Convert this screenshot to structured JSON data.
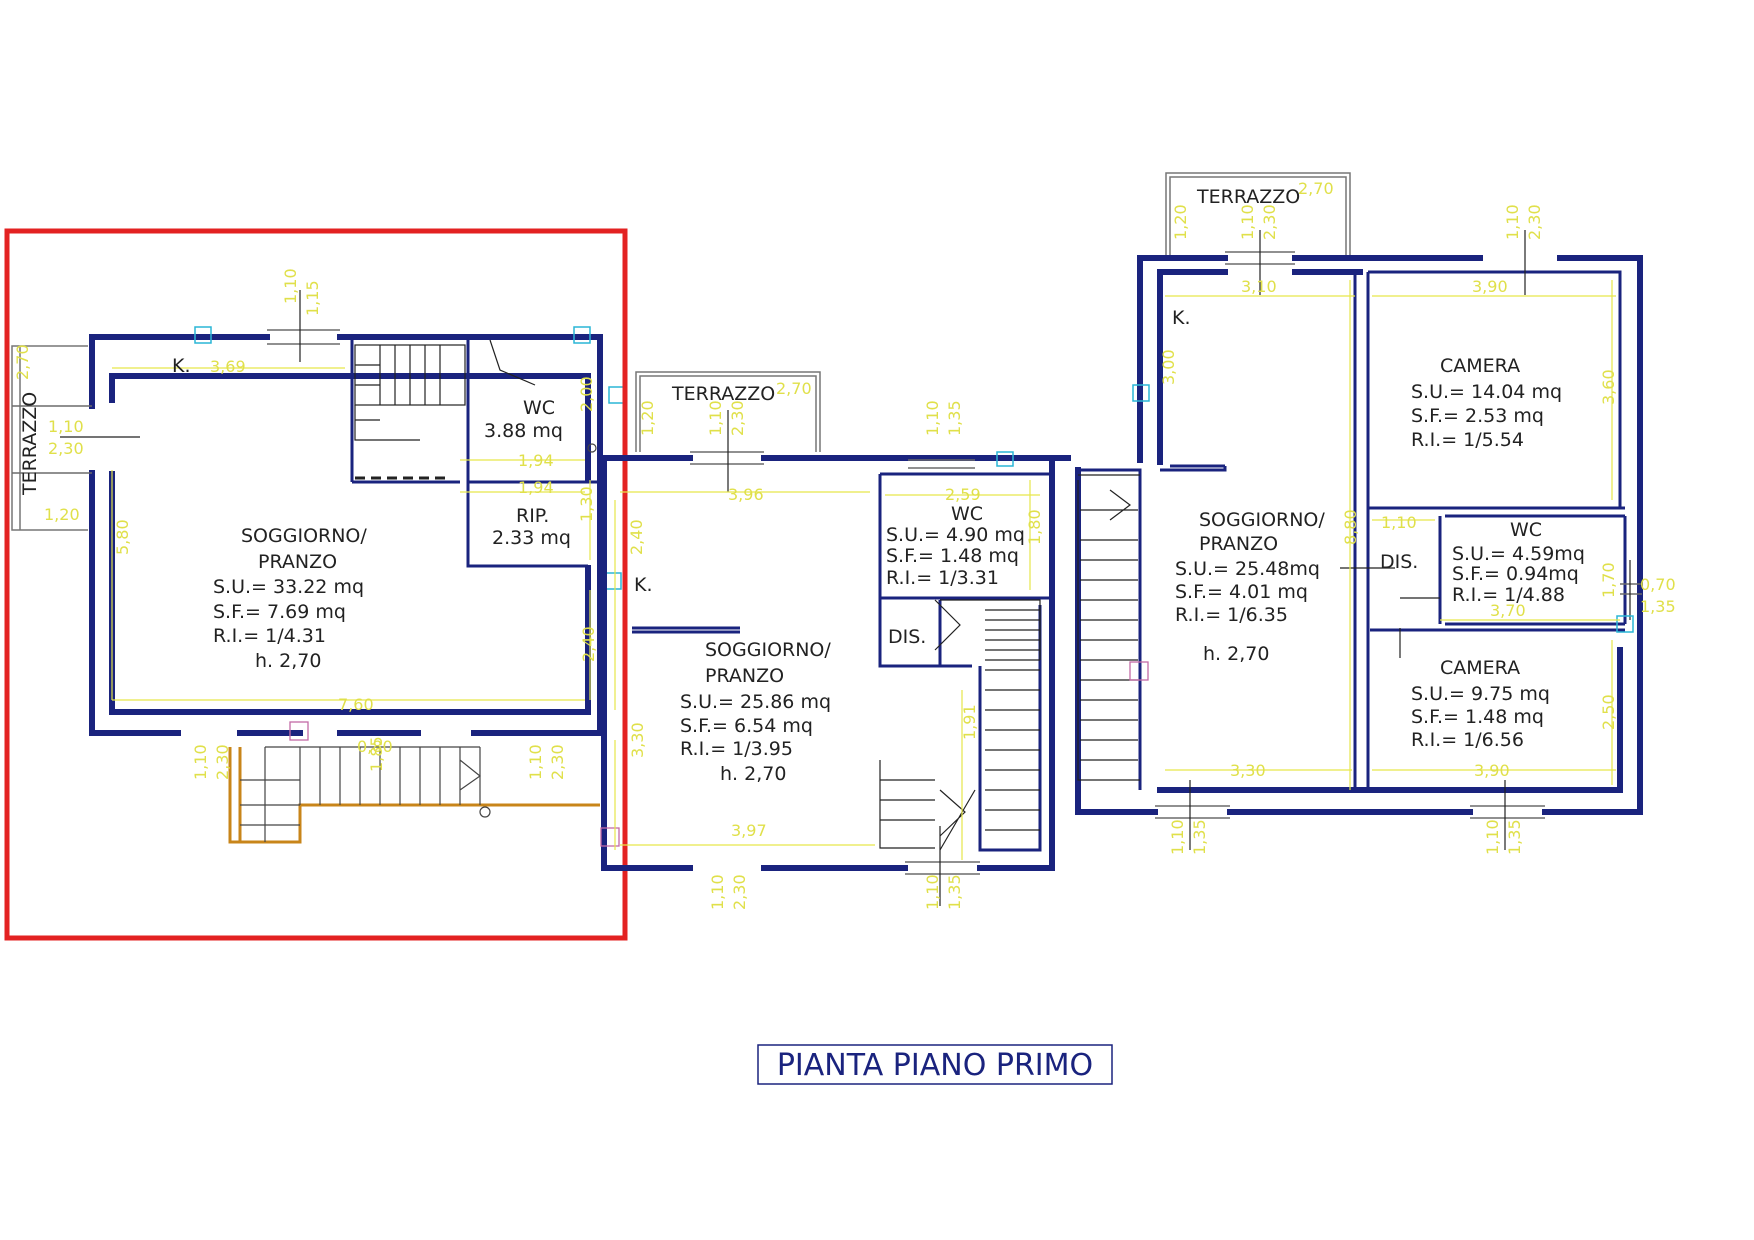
{
  "title": "PIANTA PIANO PRIMO",
  "apartment_left": {
    "terrazzo_label": "TERRAZZO",
    "terrazzo_dims": [
      "2,70",
      "1,10",
      "2,30",
      "1,20"
    ],
    "k_label": "K.",
    "soggiorno": {
      "l1": "SOGGIORNO/",
      "l2": "PRANZO",
      "su": "S.U.= 33.22 mq",
      "sf": "S.F.= 7.69 mq",
      "ri": "R.I.= 1/4.31",
      "h": "h. 2,70"
    },
    "wc": {
      "label": "WC",
      "area": "3.88 mq"
    },
    "rip": {
      "label": "RIP.",
      "area": "2.33 mq"
    },
    "dims": [
      "3,69",
      "1,10",
      "1,15",
      "2,00",
      "1,94",
      "1,94",
      "1,30",
      "5,80",
      "2,40",
      "7,60",
      "1,10",
      "2,30",
      "1,10",
      "2,30",
      "0,80",
      "1,85"
    ]
  },
  "apartment_middle": {
    "terrazzo_label": "TERRAZZO",
    "terrazzo_dims": [
      "2,70",
      "1,20",
      "1,10",
      "2,30"
    ],
    "k_label": "K.",
    "soggiorno": {
      "l1": "SOGGIORNO/",
      "l2": "PRANZO",
      "su": "S.U.= 25.86 mq",
      "sf": "S.F.= 6.54 mq",
      "ri": "R.I.= 1/3.95",
      "h": "h. 2,70"
    },
    "wc": {
      "label": "WC",
      "su": "S.U.= 4.90 mq",
      "sf": "S.F.= 1.48 mq",
      "ri": "R.I.= 1/3.31"
    },
    "dis_label": "DIS.",
    "dims": [
      "3,96",
      "2,40",
      "3,30",
      "1,10",
      "1,35",
      "2,59",
      "1,80",
      "1,91",
      "3,97",
      "1,10",
      "2,30",
      "1,10",
      "1,35"
    ]
  },
  "apartment_right": {
    "terrazzo_label": "TERRAZZO",
    "terrazzo_dims": [
      "2,70",
      "1,20",
      "1,10",
      "2,30"
    ],
    "k_label": "K.",
    "soggiorno": {
      "l1": "SOGGIORNO/",
      "l2": "PRANZO",
      "su": "S.U.= 25.48mq",
      "sf": "S.F.= 4.01 mq",
      "ri": "R.I.= 1/6.35",
      "h": "h. 2,70"
    },
    "camera1": {
      "label": "CAMERA",
      "su": "S.U.= 14.04 mq",
      "sf": "S.F.= 2.53 mq",
      "ri": "R.I.= 1/5.54"
    },
    "wc": {
      "label": "WC",
      "su": "S.U.= 4.59mq",
      "sf": "S.F.= 0.94mq",
      "ri": "R.I.= 1/4.88"
    },
    "dis_label": "DIS.",
    "camera2": {
      "label": "CAMERA",
      "su": "S.U.= 9.75 mq",
      "sf": "S.F.= 1.48 mq",
      "ri": "R.I.= 1/6.56"
    },
    "dims": [
      "3,10",
      "3,90",
      "1,10",
      "2,30",
      "3,00",
      "3,60",
      "8,80",
      "1,10",
      "1,70",
      "0,70",
      "1,35",
      "3,70",
      "2,50",
      "3,30",
      "3,90",
      "1,10",
      "1,35",
      "1,10",
      "1,35"
    ]
  },
  "colors": {
    "walls": "#1a237e",
    "dimensions": "#e0e04a",
    "highlight": "#e32222",
    "exterior_stair": "#c8851a",
    "fixtures": "#2ab5d6"
  }
}
